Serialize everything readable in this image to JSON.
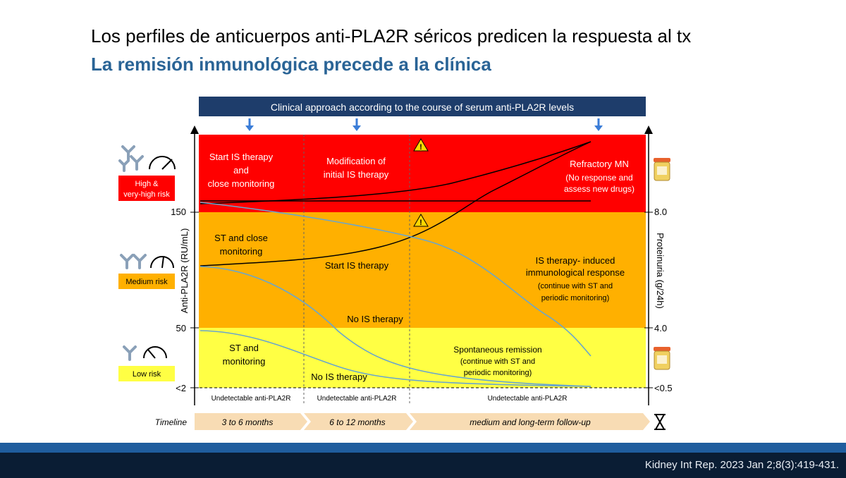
{
  "slide": {
    "title": "Los perfiles de anticuerpos anti-PLA2R séricos predicen la respuesta al tx",
    "subtitle": "La remisión inmunológica precede a la clínica"
  },
  "figure": {
    "header": "Clinical approach according to the course of serum anti-PLA2R levels",
    "y_left_label": "Anti-PLA2R (RU/mL)",
    "y_right_label": "Proteinuria (g/24h)",
    "left_ticks": [
      "150",
      "50",
      "<2"
    ],
    "right_ticks": [
      "8.0",
      "4.0",
      "<0.5"
    ],
    "risk_labels": {
      "high": [
        "High &",
        "very-high risk"
      ],
      "medium": "Medium risk",
      "low": "Low risk"
    },
    "zone_texts": {
      "start_is": [
        "Start IS therapy",
        "and",
        "close monitoring"
      ],
      "modification": [
        "Modification of",
        "initial IS therapy"
      ],
      "refractory": [
        "Refractory MN",
        "(No response and",
        "assess new drugs)"
      ],
      "st_close": [
        "ST and close",
        "monitoring"
      ],
      "start_is_therapy": "Start IS therapy",
      "is_induced": [
        "IS therapy- induced",
        "immunological response",
        "(continue with ST and",
        "periodic monitoring)"
      ],
      "no_is_1": "No  IS therapy",
      "st_monitoring": [
        "ST and",
        "monitoring"
      ],
      "no_is_2": "No  IS therapy",
      "spontaneous": [
        "Spontaneous remission",
        "(continue with ST and",
        "periodic monitoring)"
      ]
    },
    "undetectable": [
      "Undetectable anti-PLA2R",
      "Undetectable anti-PLA2R",
      "Undetectable anti-PLA2R"
    ],
    "timeline": {
      "label": "Timeline",
      "phases": [
        "3 to 6 months",
        "6 to 12 months",
        "medium and long-term follow-up"
      ]
    },
    "colors": {
      "header_bg": "#1e3d6b",
      "high_zone": "#ff0000",
      "medium_zone": "#ffb000",
      "low_zone": "#ffff44",
      "risk_high_box": "#ff0000",
      "risk_medium_box": "#ffb000",
      "risk_low_box": "#ffff44",
      "arrow": "#3b7dd8",
      "antibody_icon": "#8aa0b8",
      "blue_curve": "#6aa6cc",
      "black_curve": "#000000",
      "warning": "#ffd700"
    }
  },
  "footer": {
    "citation": "Kidney Int Rep. 2023 Jan 2;8(3):419-431."
  }
}
